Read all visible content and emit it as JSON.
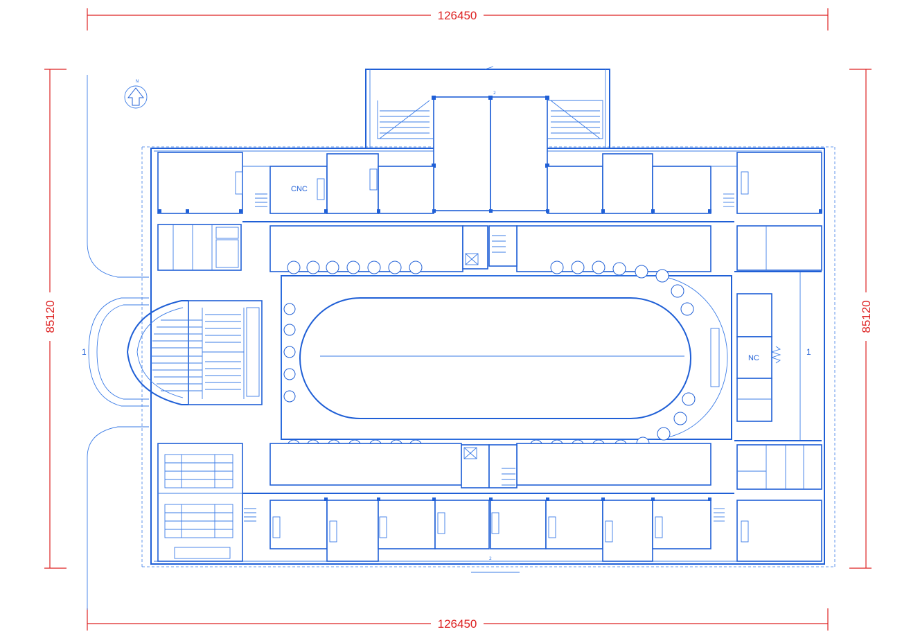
{
  "dimensions": {
    "top": "126450",
    "bottom": "126450",
    "left": "85120",
    "right": "85120"
  },
  "north": "N",
  "axis_marks": {
    "left": "1",
    "right": "1",
    "top": "2",
    "bottom": "2"
  },
  "room_labels": {
    "cnc": "CNC",
    "nc": "NC"
  },
  "colors": {
    "line": "#1f5fd6",
    "dimension": "#d22222"
  },
  "icons": [
    "north-arrow-icon",
    "tree-icon",
    "stair-icon",
    "column-icon"
  ]
}
